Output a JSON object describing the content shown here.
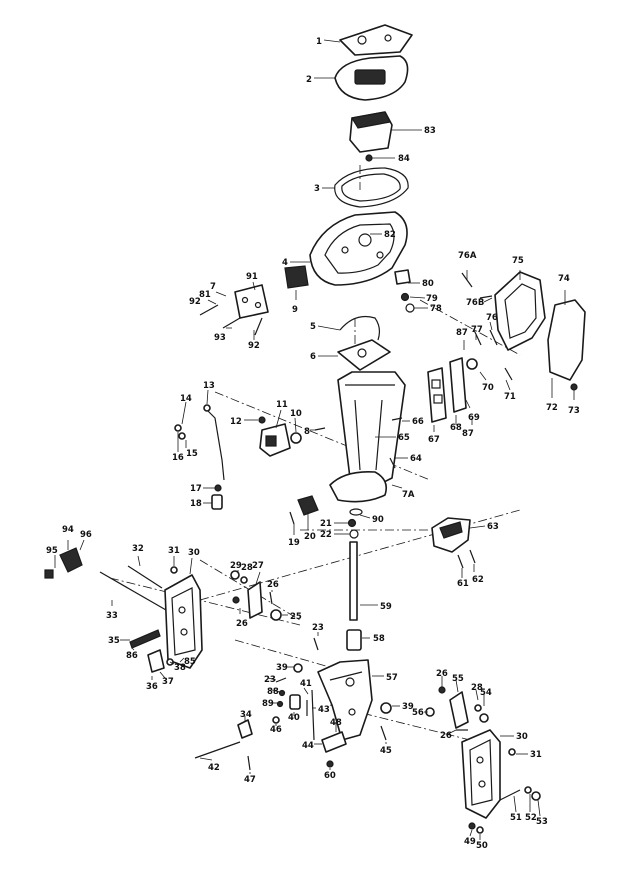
{
  "diagram": {
    "callouts": [
      {
        "id": "c1",
        "text": "1"
      },
      {
        "id": "c2",
        "text": "2"
      },
      {
        "id": "c83",
        "text": "83"
      },
      {
        "id": "c84",
        "text": "84"
      },
      {
        "id": "c3",
        "text": "3"
      },
      {
        "id": "c82",
        "text": "82"
      },
      {
        "id": "c4",
        "text": "4"
      },
      {
        "id": "c76a",
        "text": "76A"
      },
      {
        "id": "c75",
        "text": "75"
      },
      {
        "id": "c74",
        "text": "74"
      },
      {
        "id": "c80",
        "text": "80"
      },
      {
        "id": "c79",
        "text": "79"
      },
      {
        "id": "c78",
        "text": "78"
      },
      {
        "id": "c76b",
        "text": "76B"
      },
      {
        "id": "c91",
        "text": "91"
      },
      {
        "id": "c7",
        "text": "7"
      },
      {
        "id": "c81",
        "text": "81"
      },
      {
        "id": "c92a",
        "text": "92"
      },
      {
        "id": "c9",
        "text": "9"
      },
      {
        "id": "c93",
        "text": "93"
      },
      {
        "id": "c92b",
        "text": "92"
      },
      {
        "id": "c5",
        "text": "5"
      },
      {
        "id": "c6",
        "text": "6"
      },
      {
        "id": "c87a",
        "text": "87"
      },
      {
        "id": "c77",
        "text": "77"
      },
      {
        "id": "c76",
        "text": "76"
      },
      {
        "id": "c70",
        "text": "70"
      },
      {
        "id": "c71",
        "text": "71"
      },
      {
        "id": "c72",
        "text": "72"
      },
      {
        "id": "c73",
        "text": "73"
      },
      {
        "id": "c13",
        "text": "13"
      },
      {
        "id": "c14",
        "text": "14"
      },
      {
        "id": "c12",
        "text": "12"
      },
      {
        "id": "c11",
        "text": "11"
      },
      {
        "id": "c10",
        "text": "10"
      },
      {
        "id": "c8",
        "text": "8"
      },
      {
        "id": "c66",
        "text": "66"
      },
      {
        "id": "c65",
        "text": "65"
      },
      {
        "id": "c67",
        "text": "67"
      },
      {
        "id": "c68",
        "text": "68"
      },
      {
        "id": "c87b",
        "text": "87"
      },
      {
        "id": "c69",
        "text": "69"
      },
      {
        "id": "c16",
        "text": "16"
      },
      {
        "id": "c15",
        "text": "15"
      },
      {
        "id": "c64",
        "text": "64"
      },
      {
        "id": "c17",
        "text": "17"
      },
      {
        "id": "c18",
        "text": "18"
      },
      {
        "id": "c7a",
        "text": "7A"
      },
      {
        "id": "c90",
        "text": "90"
      },
      {
        "id": "c21",
        "text": "21"
      },
      {
        "id": "c22",
        "text": "22"
      },
      {
        "id": "c19",
        "text": "19"
      },
      {
        "id": "c20",
        "text": "20"
      },
      {
        "id": "c63",
        "text": "63"
      },
      {
        "id": "c94",
        "text": "94"
      },
      {
        "id": "c96",
        "text": "96"
      },
      {
        "id": "c95",
        "text": "95"
      },
      {
        "id": "c32",
        "text": "32"
      },
      {
        "id": "c31a",
        "text": "31"
      },
      {
        "id": "c30a",
        "text": "30"
      },
      {
        "id": "c29",
        "text": "29"
      },
      {
        "id": "c28a",
        "text": "28"
      },
      {
        "id": "c27",
        "text": "27"
      },
      {
        "id": "c26a",
        "text": "26"
      },
      {
        "id": "c61",
        "text": "61"
      },
      {
        "id": "c62",
        "text": "62"
      },
      {
        "id": "c33",
        "text": "33"
      },
      {
        "id": "c26b",
        "text": "26"
      },
      {
        "id": "c25",
        "text": "25"
      },
      {
        "id": "c59",
        "text": "59"
      },
      {
        "id": "c35",
        "text": "35"
      },
      {
        "id": "c86",
        "text": "86"
      },
      {
        "id": "c23a",
        "text": "23"
      },
      {
        "id": "c58",
        "text": "58"
      },
      {
        "id": "c38",
        "text": "38"
      },
      {
        "id": "c85",
        "text": "85"
      },
      {
        "id": "c36",
        "text": "36"
      },
      {
        "id": "c37",
        "text": "37"
      },
      {
        "id": "c39a",
        "text": "39"
      },
      {
        "id": "c57",
        "text": "57"
      },
      {
        "id": "c23b",
        "text": "23"
      },
      {
        "id": "c88",
        "text": "88"
      },
      {
        "id": "c41",
        "text": "41"
      },
      {
        "id": "c89",
        "text": "89"
      },
      {
        "id": "c40",
        "text": "40"
      },
      {
        "id": "c46",
        "text": "46"
      },
      {
        "id": "c43",
        "text": "43"
      },
      {
        "id": "c34",
        "text": "34"
      },
      {
        "id": "c26c",
        "text": "26"
      },
      {
        "id": "c55",
        "text": "55"
      },
      {
        "id": "c28b",
        "text": "28"
      },
      {
        "id": "c54",
        "text": "54"
      },
      {
        "id": "c39b",
        "text": "39"
      },
      {
        "id": "c56",
        "text": "56"
      },
      {
        "id": "c48",
        "text": "48"
      },
      {
        "id": "c26d",
        "text": "26"
      },
      {
        "id": "c30b",
        "text": "30"
      },
      {
        "id": "c45",
        "text": "45"
      },
      {
        "id": "c44",
        "text": "44"
      },
      {
        "id": "c31b",
        "text": "31"
      },
      {
        "id": "c42",
        "text": "42"
      },
      {
        "id": "c60",
        "text": "60"
      },
      {
        "id": "c47",
        "text": "47"
      },
      {
        "id": "c51",
        "text": "51"
      },
      {
        "id": "c52",
        "text": "52"
      },
      {
        "id": "c53",
        "text": "53"
      },
      {
        "id": "c49",
        "text": "49"
      },
      {
        "id": "c50",
        "text": "50"
      }
    ]
  }
}
